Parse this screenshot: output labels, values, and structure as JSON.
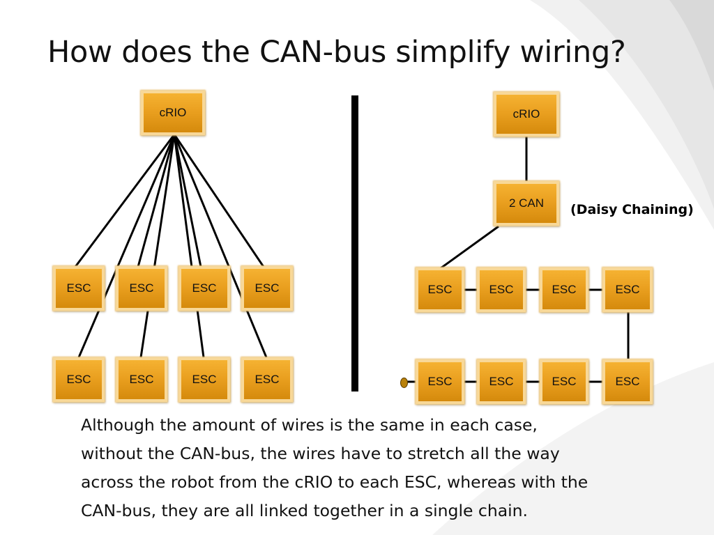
{
  "title": "How does the CAN-bus simplify wiring?",
  "left_diagram": {
    "controller": "cRIO",
    "escs": [
      "ESC",
      "ESC",
      "ESC",
      "ESC",
      "ESC",
      "ESC",
      "ESC",
      "ESC"
    ]
  },
  "right_diagram": {
    "controller": "cRIO",
    "bridge": "2 CAN",
    "note": "(Daisy Chaining)",
    "escs": [
      "ESC",
      "ESC",
      "ESC",
      "ESC",
      "ESC",
      "ESC",
      "ESC",
      "ESC"
    ]
  },
  "caption_lines": [
    "Although the amount of wires is the same in each case,",
    "without the CAN-bus, the wires have to stretch all the way",
    "across the robot from the cRIO to each ESC, whereas with the",
    "CAN-bus, they are all linked together in a single chain."
  ],
  "colors": {
    "node_fill": "#eaa020",
    "node_border": "#f8d898",
    "wire": "#000000"
  }
}
